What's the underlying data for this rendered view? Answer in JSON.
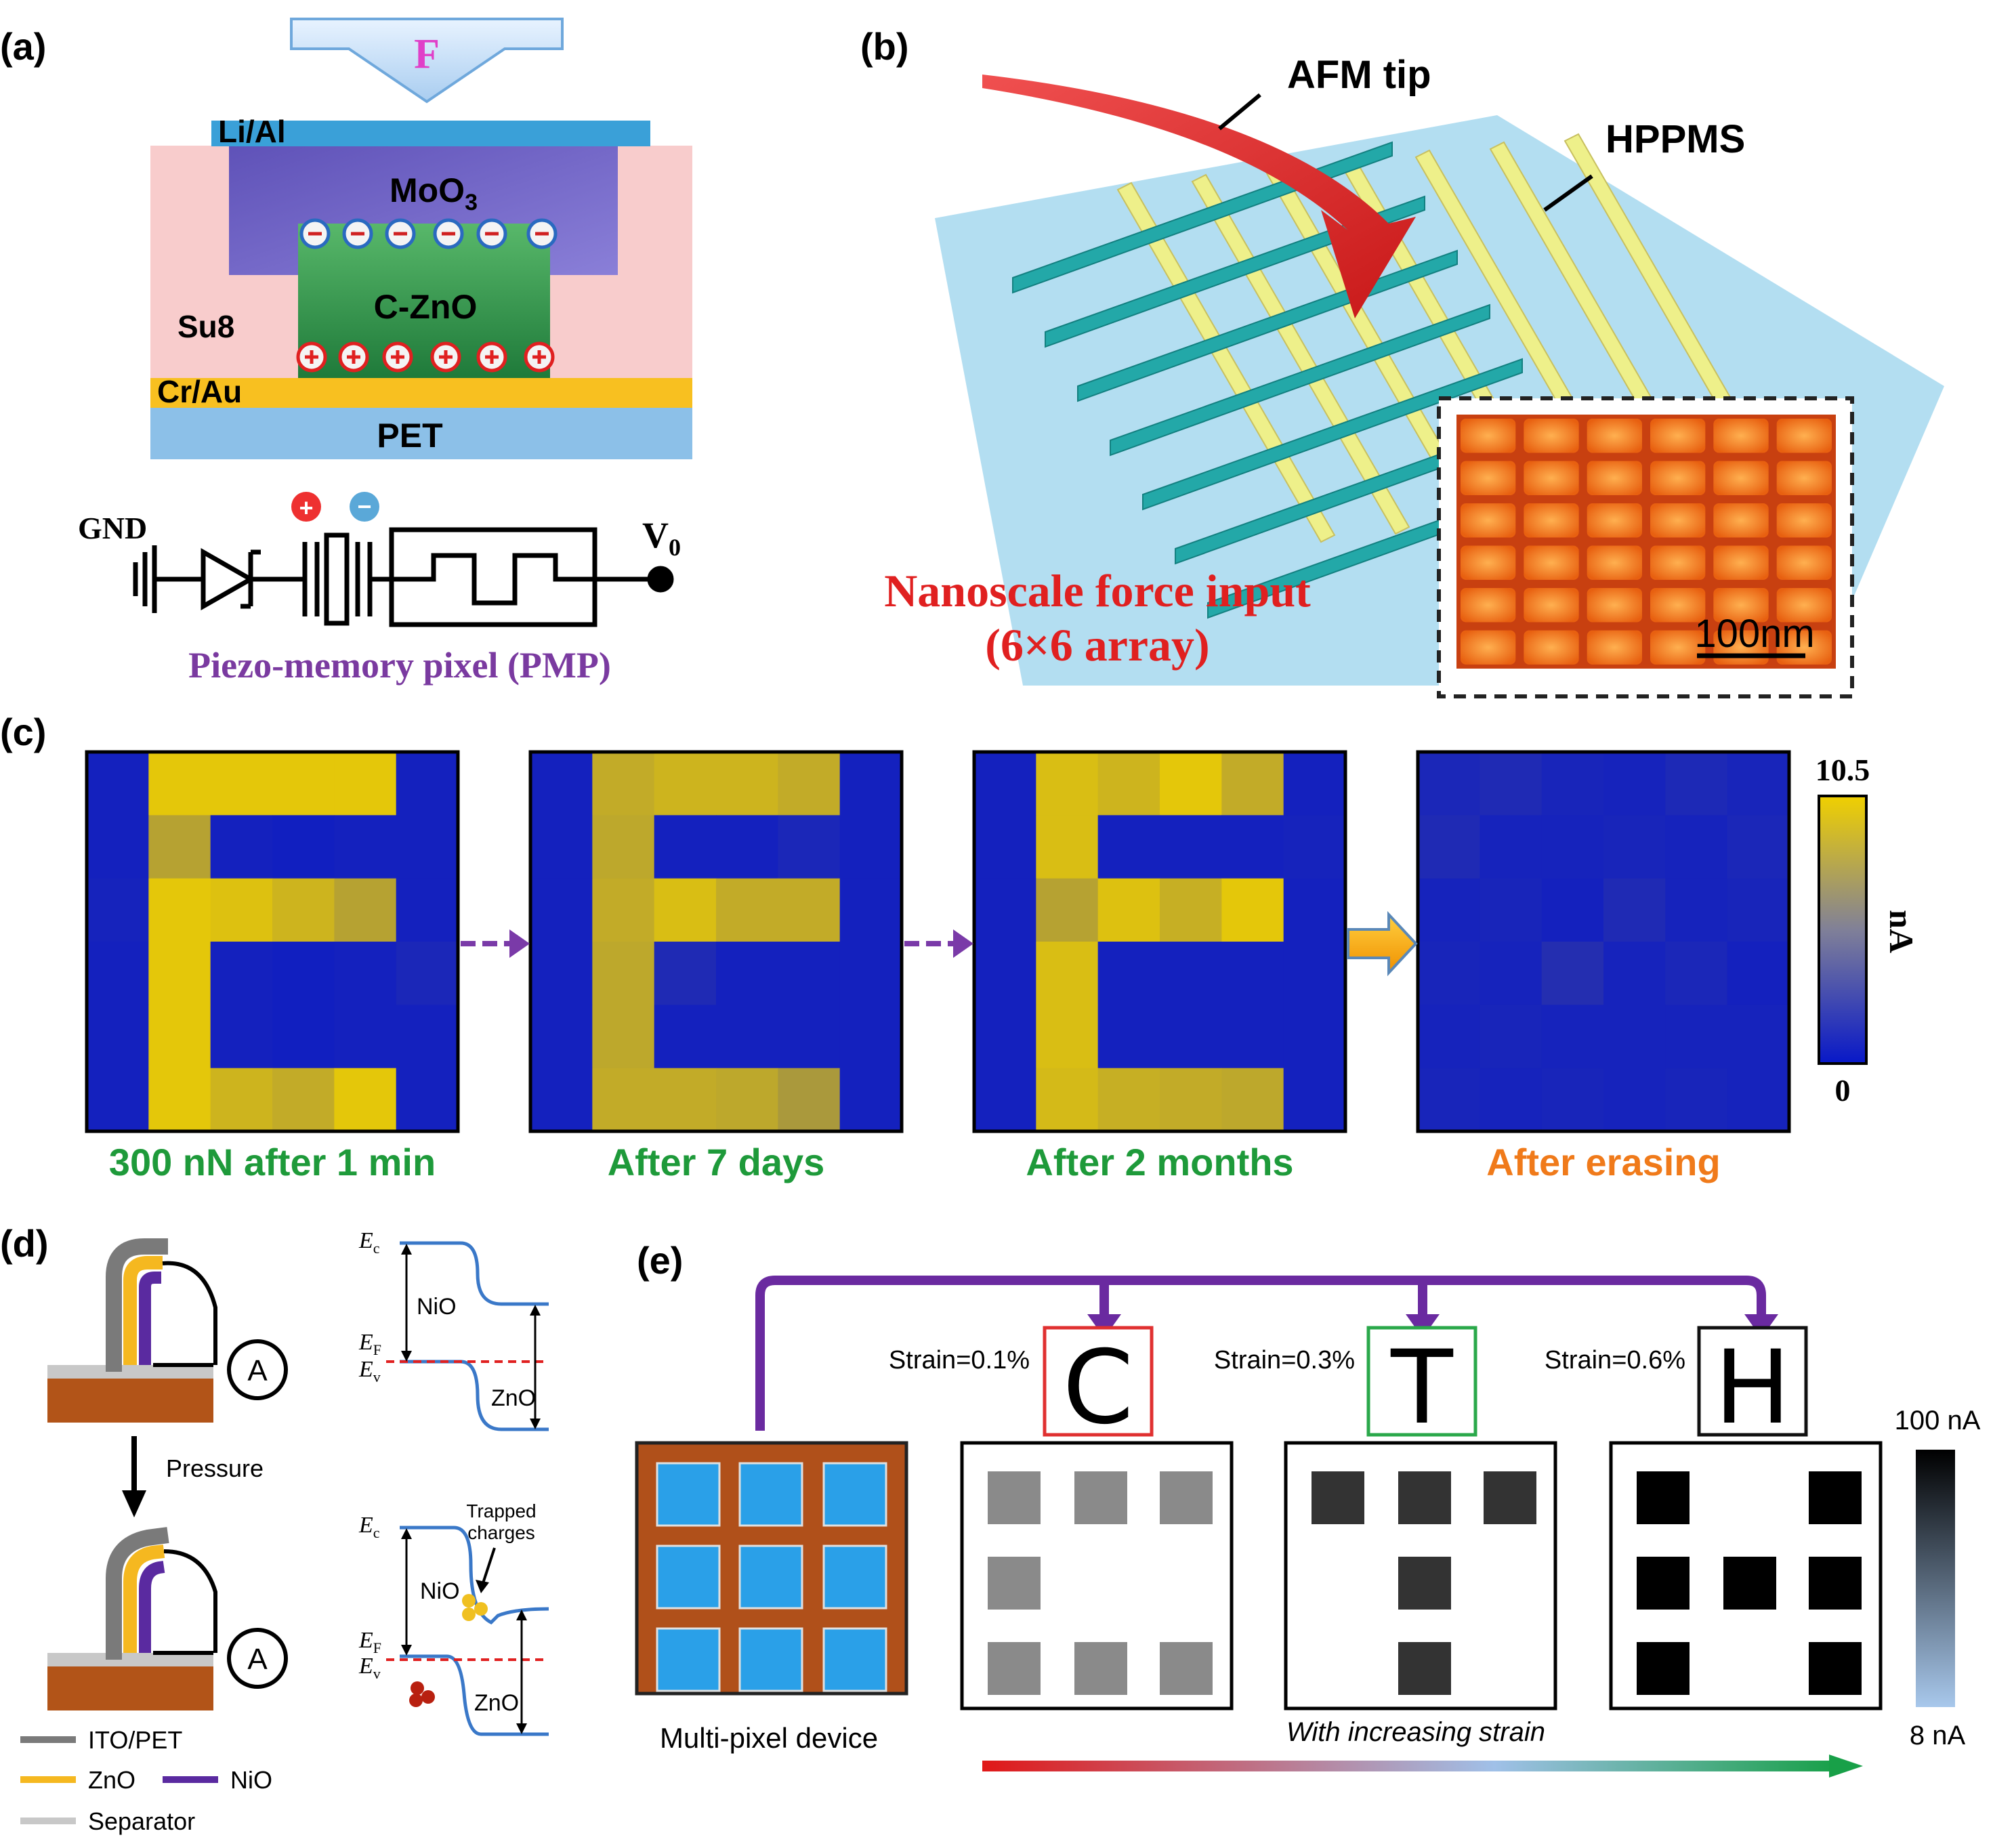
{
  "panels": {
    "a": {
      "label": "(a)",
      "force": "F",
      "layers": {
        "li_al": "Li/Al",
        "moo3_base": "MoO",
        "moo3_sub": "3",
        "czno": "C-ZnO",
        "su8": "Su8",
        "cr_au": "Cr/Au",
        "pet": "PET"
      },
      "circuit": {
        "gnd": "GND",
        "v0_base": "V",
        "v0_sub": "0",
        "caption": "Piezo-memory pixel (PMP)"
      }
    },
    "b": {
      "label": "(b)",
      "afm_tip": "AFM tip",
      "hppms": "HPPMS",
      "force_input_1": "Nanoscale force input",
      "force_input_2": "(6×6 array)",
      "scale_bar": "100nm"
    },
    "c": {
      "label": "(c)",
      "heatmaps": [
        {
          "caption": "300 nN after 1 min",
          "values": [
            [
              0.05,
              0.95,
              0.95,
              0.95,
              0.95,
              0.05
            ],
            [
              0.05,
              0.75,
              0.05,
              0.04,
              0.05,
              0.05
            ],
            [
              0.06,
              0.95,
              0.92,
              0.85,
              0.75,
              0.05
            ],
            [
              0.05,
              0.95,
              0.05,
              0.04,
              0.05,
              0.08
            ],
            [
              0.05,
              0.95,
              0.05,
              0.04,
              0.05,
              0.05
            ],
            [
              0.05,
              0.95,
              0.85,
              0.8,
              0.95,
              0.05
            ]
          ]
        },
        {
          "caption": "After 7 days",
          "values": [
            [
              0.05,
              0.8,
              0.85,
              0.85,
              0.8,
              0.05
            ],
            [
              0.05,
              0.78,
              0.05,
              0.05,
              0.08,
              0.05
            ],
            [
              0.05,
              0.8,
              0.9,
              0.8,
              0.8,
              0.05
            ],
            [
              0.05,
              0.78,
              0.1,
              0.05,
              0.05,
              0.05
            ],
            [
              0.05,
              0.78,
              0.05,
              0.05,
              0.05,
              0.05
            ],
            [
              0.05,
              0.8,
              0.8,
              0.78,
              0.7,
              0.05
            ]
          ]
        },
        {
          "caption": "After 2 months",
          "values": [
            [
              0.05,
              0.9,
              0.85,
              0.95,
              0.8,
              0.05
            ],
            [
              0.05,
              0.9,
              0.05,
              0.05,
              0.05,
              0.06
            ],
            [
              0.05,
              0.75,
              0.92,
              0.82,
              0.95,
              0.05
            ],
            [
              0.05,
              0.9,
              0.05,
              0.05,
              0.05,
              0.05
            ],
            [
              0.05,
              0.9,
              0.05,
              0.05,
              0.05,
              0.05
            ],
            [
              0.05,
              0.88,
              0.82,
              0.8,
              0.78,
              0.05
            ]
          ]
        },
        {
          "caption": "After erasing",
          "values": [
            [
              0.08,
              0.1,
              0.07,
              0.06,
              0.09,
              0.07
            ],
            [
              0.1,
              0.06,
              0.06,
              0.07,
              0.06,
              0.08
            ],
            [
              0.06,
              0.07,
              0.05,
              0.1,
              0.06,
              0.07
            ],
            [
              0.07,
              0.06,
              0.12,
              0.06,
              0.08,
              0.05
            ],
            [
              0.06,
              0.07,
              0.06,
              0.06,
              0.06,
              0.06
            ],
            [
              0.07,
              0.06,
              0.07,
              0.06,
              0.07,
              0.06
            ]
          ]
        }
      ],
      "colorbar": {
        "max": "10.5",
        "min": "0",
        "unit": "nA"
      }
    },
    "d": {
      "label": "(d)",
      "pressure": "Pressure",
      "ammeter": "A",
      "ec": "E",
      "ec_sub": "c",
      "ef": "E",
      "ef_sub": "F",
      "ev": "E",
      "ev_sub": "v",
      "nio": "NiO",
      "zno": "ZnO",
      "trapped_1": "Trapped",
      "trapped_2": "charges",
      "legend": {
        "ito": "ITO/PET",
        "zno": "ZnO",
        "nio": "NiO",
        "separator": "Separator"
      }
    },
    "e": {
      "label": "(e)",
      "device_caption": "Multi-pixel device",
      "letters": [
        {
          "strain": "Strain=0.1%",
          "letter": "C",
          "frame": "#e03030",
          "shade": "#8a8a8a",
          "on": [
            1,
            1,
            1,
            1,
            0,
            0,
            1,
            1,
            1
          ]
        },
        {
          "strain": "Strain=0.3%",
          "letter": "T",
          "frame": "#2aa84a",
          "shade": "#333333",
          "on": [
            1,
            1,
            1,
            0,
            1,
            0,
            0,
            1,
            0
          ]
        },
        {
          "strain": "Strain=0.6%",
          "letter": "H",
          "frame": "#111111",
          "shade": "#000000",
          "on": [
            1,
            0,
            1,
            1,
            1,
            1,
            1,
            0,
            1
          ]
        }
      ],
      "increasing": "With increasing strain",
      "scale_max": "100 nA",
      "scale_min": "8 nA"
    }
  },
  "colors": {
    "heatmap_low": "#0818c8",
    "heatmap_high": "#f0d000",
    "purple": "#6a2aa0",
    "caption_green": "#1e9a3a",
    "caption_orange": "#f07a1a",
    "force_red": "#e02020"
  }
}
